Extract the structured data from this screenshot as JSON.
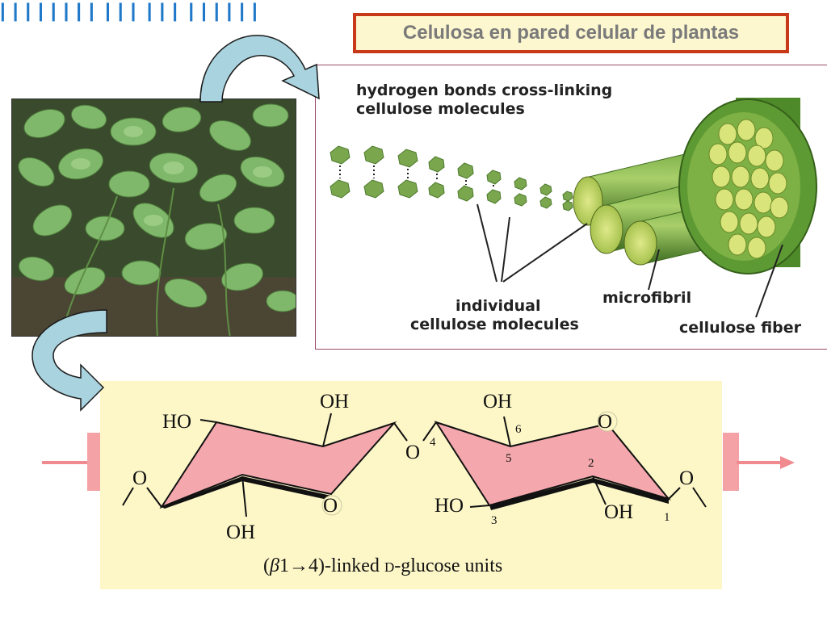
{
  "title": "Celulosa en pared celular de plantas",
  "fiber_diagram": {
    "label_hbonds_line1": "hydrogen bonds cross-linking",
    "label_hbonds_line2": "cellulose molecules",
    "label_individual_line1": "individual",
    "label_individual_line2": "cellulose molecules",
    "label_microfibril": "microfibril",
    "label_fiber": "cellulose fiber"
  },
  "structure": {
    "oh_top_left": "OH",
    "oh_top_right": "OH",
    "ho_left": "HO",
    "o_ring_right": "O",
    "o_left": "O",
    "o_right": "O",
    "o_glyco": "O",
    "o_ring_left": "O",
    "ho_bottom": "HO",
    "oh_bottom_left": "OH",
    "oh_bottom_right": "OH",
    "num_1": "1",
    "num_2": "2",
    "num_3": "3",
    "num_4": "4",
    "num_5": "5",
    "num_6": "6",
    "hbond_marks_top": "||||||||",
    "hbond_marks_left": "|||",
    "hbond_marks_right": "|||",
    "hbond_marks_bottom": "||||||",
    "caption_prefix": "(",
    "caption_beta": "β",
    "caption_linkage": "1→4)-linked ",
    "caption_d": "D",
    "caption_suffix": "-glucose units"
  },
  "colors": {
    "title_border": "#c8391a",
    "title_bg": "#fdf7cf",
    "panel_bg": "#fdf7c8",
    "ring_fill": "#f4a8ad",
    "hbond": "#1f78c8",
    "arrow_fill": "#a9d3df",
    "chain_arrow": "#f08a8e"
  }
}
